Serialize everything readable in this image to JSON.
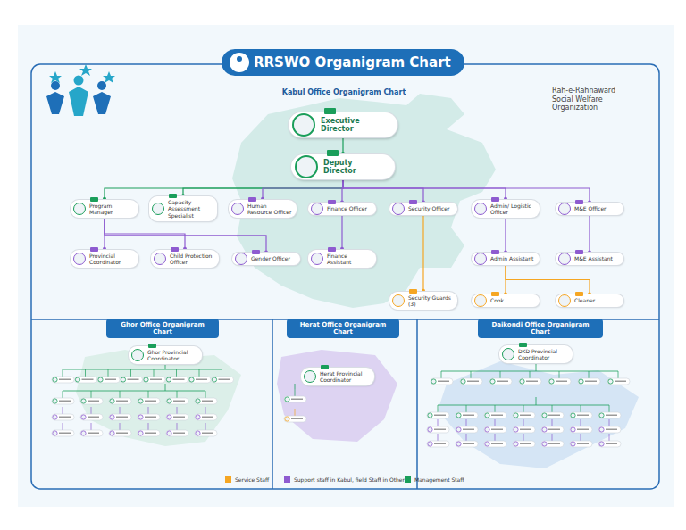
{
  "diagram": {
    "title": "RRSWO Organigram Chart",
    "nodes": [
      {
        "text": [
          "Executive Director"
        ]
      },
      {
        "text": [
          "Deputy Director"
        ]
      },
      {
        "text": [
          "Program Manager"
        ]
      },
      {
        "text": [
          "Capacity Assessment Specialist"
        ]
      },
      {
        "text": [
          "Human Resource Officer"
        ]
      },
      {
        "text": [
          "Finance Officer"
        ]
      },
      {
        "text": [
          "Security Officer"
        ]
      },
      {
        "text": [
          "Admin/ Logistic Officer"
        ]
      },
      {
        "text": [
          "M&E Officer"
        ]
      },
      {
        "text": [
          "Provincial Coordinator"
        ]
      },
      {
        "text": [
          "Child Protection Officer"
        ]
      },
      {
        "text": [
          "Gender Officer"
        ]
      },
      {
        "text": [
          "Finance Assistant"
        ]
      },
      {
        "text": [
          "Admin Assistant"
        ]
      },
      {
        "text": [
          "M&E Assistant"
        ]
      },
      {
        "text": [
          "Security Guards (3)"
        ]
      },
      {
        "text": [
          "Cook"
        ]
      },
      {
        "text": [
          "Cleaner"
        ]
      },
      {
        "text": [
          "Ghor Office Organigram Chart"
        ]
      },
      {
        "text": [
          "Herat Office Organigram Chart"
        ]
      },
      {
        "text": [
          "Daikondi Office Organigram Chart"
        ]
      },
      {
        "text": [
          "Ghor Provincial Coordinator"
        ]
      },
      {
        "text": [
          "Herat Provincial Coordinator"
        ]
      },
      {
        "text": [
          "DKD Provincial Coordinator"
        ]
      }
    ],
    "edges": [
      {
        "from": 0,
        "to": 1,
        "arrow": "none"
      },
      {
        "from": 1,
        "to": 2,
        "arrow": "none"
      },
      {
        "from": 1,
        "to": 3,
        "arrow": "none"
      },
      {
        "from": 1,
        "to": 4,
        "arrow": "none"
      },
      {
        "from": 1,
        "to": 5,
        "arrow": "none"
      },
      {
        "from": 1,
        "to": 6,
        "arrow": "none"
      },
      {
        "from": 1,
        "to": 7,
        "arrow": "none"
      },
      {
        "from": 1,
        "to": 8,
        "arrow": "none"
      },
      {
        "from": 2,
        "to": 9,
        "arrow": "none"
      },
      {
        "from": 2,
        "to": 10,
        "arrow": "none"
      },
      {
        "from": 2,
        "to": 11,
        "arrow": "none"
      },
      {
        "from": 5,
        "to": 12,
        "arrow": "none"
      },
      {
        "from": 7,
        "to": 13,
        "arrow": "none"
      },
      {
        "from": 8,
        "to": 14,
        "arrow": "none"
      },
      {
        "from": 6,
        "to": 15,
        "arrow": "none"
      },
      {
        "from": 13,
        "to": 16,
        "arrow": "none"
      },
      {
        "from": 13,
        "to": 17,
        "arrow": "none"
      }
    ],
    "labels": [
      "Kabul Office Organigram Chart",
      "Rah-e-Rahnaward Social Welfare Organization"
    ],
    "legend": [
      {
        "text": "Service Staff",
        "color": "#f5a623"
      },
      {
        "text": "Support staff in Kabul, field Staff in Others",
        "color": "#8e5bd0"
      },
      {
        "text": "Management Staff",
        "color": "#1a9e5a"
      }
    ]
  }
}
